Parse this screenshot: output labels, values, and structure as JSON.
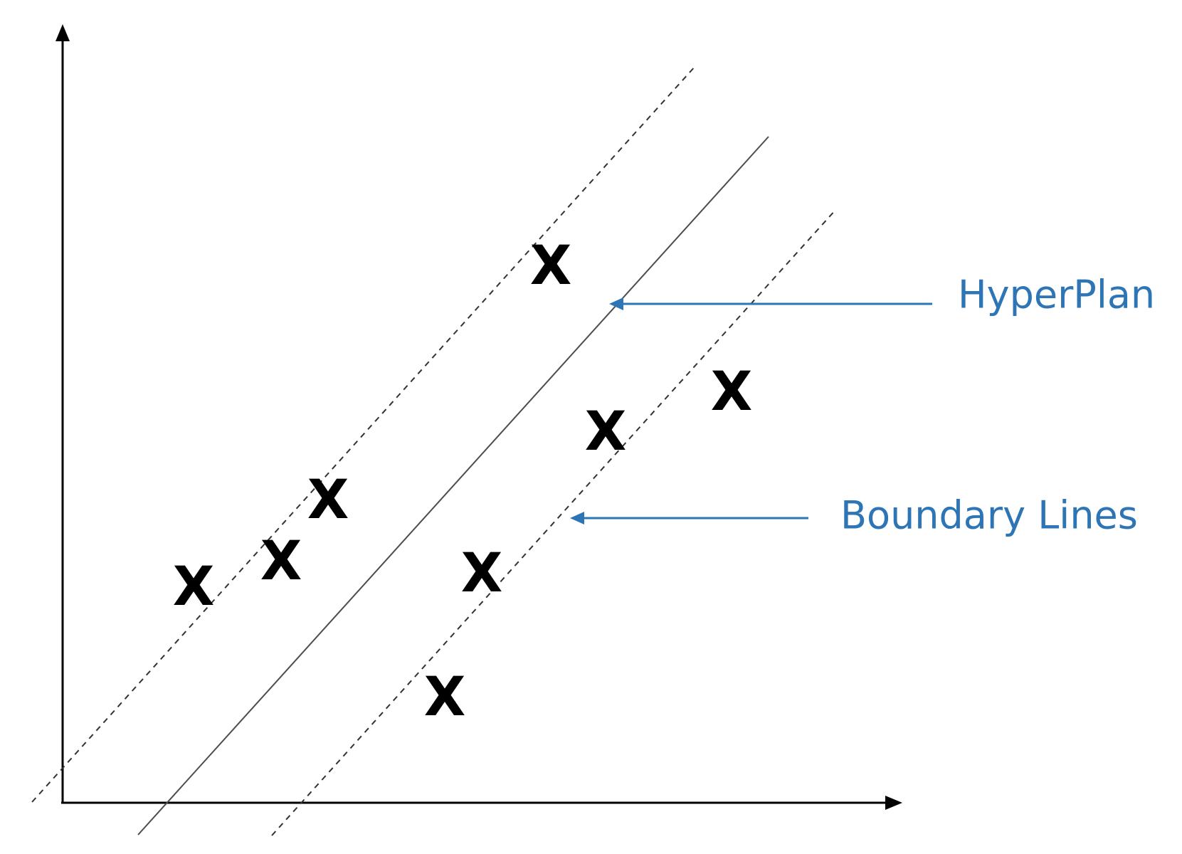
{
  "diagram": {
    "colors": {
      "axis": "#000000",
      "hyperplane": "#4d4d4d",
      "boundary": "#333333",
      "annotation": "#2e75b6",
      "marker": "#000000"
    },
    "data_points": [
      {
        "label": "X"
      },
      {
        "label": "X"
      },
      {
        "label": "X"
      },
      {
        "label": "X"
      },
      {
        "label": "X"
      },
      {
        "label": "X"
      },
      {
        "label": "X"
      },
      {
        "label": "X"
      }
    ],
    "annotations": {
      "hyperplane": "HyperPlan",
      "boundary": "Boundary Lines"
    }
  }
}
